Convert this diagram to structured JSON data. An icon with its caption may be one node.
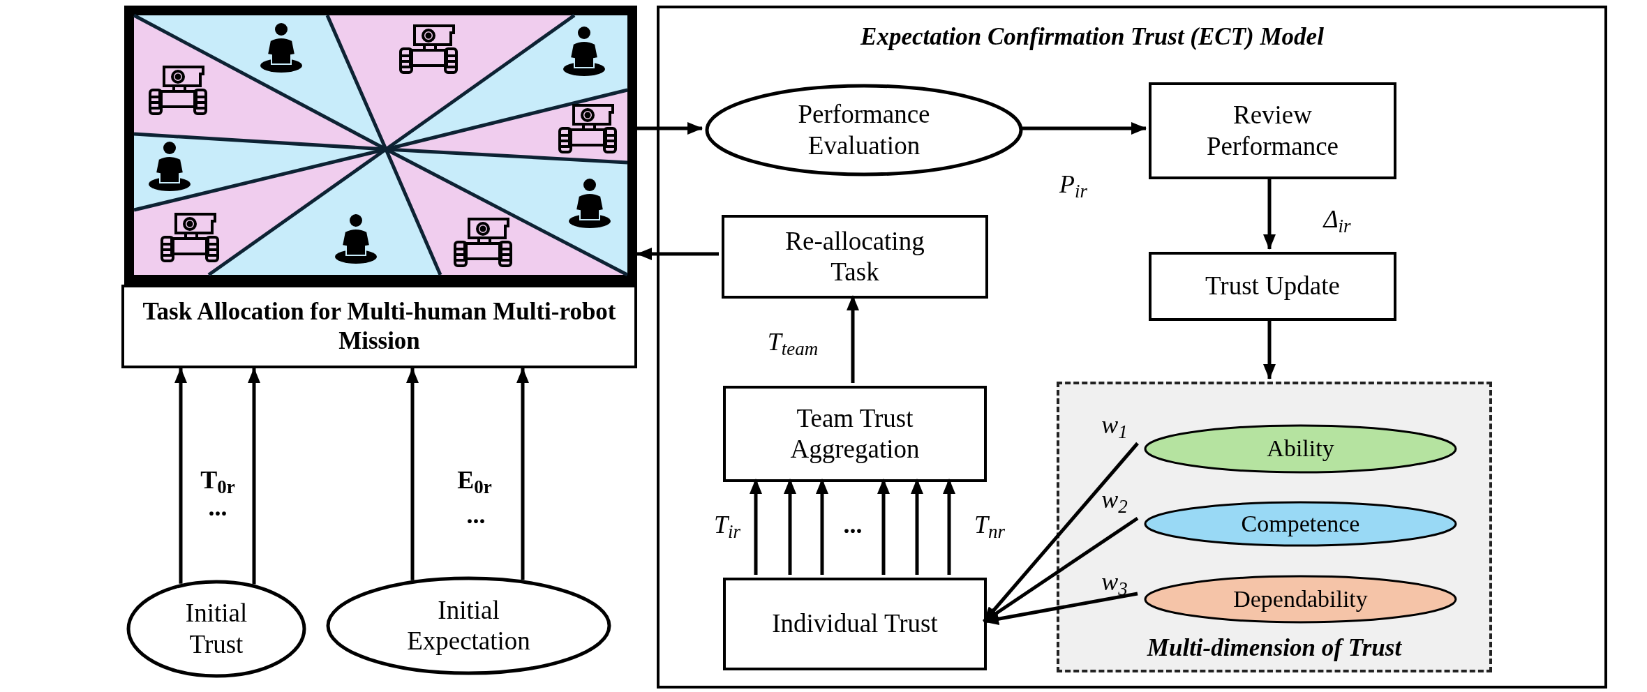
{
  "diagram": {
    "nodes": [
      {
        "text": [],
        "shape": "picture"
      },
      {
        "text": [
          "Task Allocation for Multi-human Multi-robot Mission"
        ]
      },
      {
        "text": [
          "Initial Trust"
        ]
      },
      {
        "text": [
          "Initial Expectation"
        ]
      },
      {
        "text": [
          "Expectation Confirmation Trust (ECT) Model"
        ]
      },
      {
        "text": [
          "Performance Evaluation"
        ],
        "in": 4
      },
      {
        "text": [
          "Review Performance"
        ],
        "in": 4
      },
      {
        "text": [
          "Trust Update"
        ],
        "in": 4
      },
      {
        "text": [
          "Re-allocating Task"
        ],
        "in": 4
      },
      {
        "text": [
          "Team Trust Aggregation"
        ],
        "in": 4
      },
      {
        "text": [
          "Individual Trust"
        ],
        "in": 4
      },
      {
        "text": [
          "Multi-dimension of Trust"
        ],
        "in": 4
      },
      {
        "text": [
          "Ability"
        ],
        "in": 11
      },
      {
        "text": [
          "Competence"
        ],
        "in": 11
      },
      {
        "text": [
          "Dependability"
        ],
        "in": 11
      }
    ],
    "edges": [
      {
        "from": 2,
        "to": 1,
        "arrow": "to"
      },
      {
        "from": 2,
        "to": 1,
        "arrow": "to"
      },
      {
        "from": 3,
        "to": 1,
        "arrow": "to"
      },
      {
        "from": 3,
        "to": 1,
        "arrow": "to"
      },
      {
        "from": 0,
        "to": 5,
        "arrow": "to"
      },
      {
        "from": 5,
        "to": 6,
        "arrow": "to",
        "label": "P$_{ir}$"
      },
      {
        "from": 6,
        "to": 7,
        "arrow": "to",
        "label": "Δ$_{ir}$"
      },
      {
        "from": 7,
        "to": 11,
        "arrow": "to"
      },
      {
        "from": 9,
        "to": 8,
        "arrow": "to",
        "label": "T$_{team}$"
      },
      {
        "from": 10,
        "to": 9,
        "arrow": "to",
        "label": "T$_{ir}$"
      },
      {
        "from": 10,
        "to": 9,
        "arrow": "to"
      },
      {
        "from": 10,
        "to": 9,
        "arrow": "to"
      },
      {
        "from": 10,
        "to": 9,
        "arrow": "to"
      },
      {
        "from": 10,
        "to": 9,
        "arrow": "to"
      },
      {
        "from": 10,
        "to": 9,
        "arrow": "to",
        "label": "T$_{nr}$"
      },
      {
        "from": 8,
        "to": 0,
        "arrow": "to"
      },
      {
        "from": 12,
        "to": 10,
        "arrow": "to",
        "label": "w$_{1}$"
      },
      {
        "from": 13,
        "to": 10,
        "arrow": "to",
        "label": "w$_{2}$"
      },
      {
        "from": 14,
        "to": 10,
        "arrow": "to",
        "label": "w$_{3}$"
      }
    ],
    "labels": [
      "T$_{0r}$",
      "...",
      "E$_{0r}$",
      "...",
      "..."
    ]
  }
}
